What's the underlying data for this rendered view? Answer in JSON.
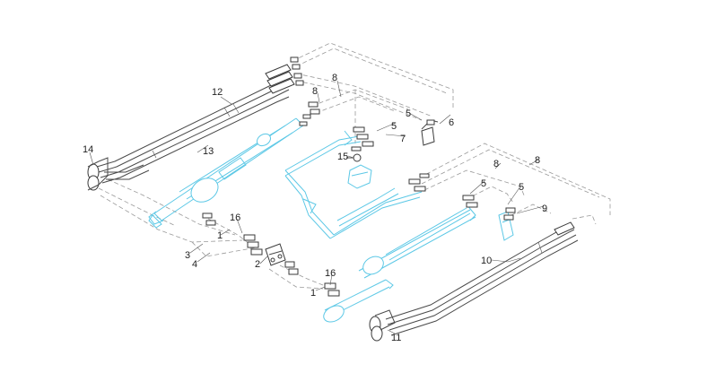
{
  "diagram": {
    "callouts": [
      {
        "id": "c1a",
        "text": "1"
      },
      {
        "id": "c1b",
        "text": "1"
      },
      {
        "id": "c2",
        "text": "2"
      },
      {
        "id": "c3",
        "text": "3"
      },
      {
        "id": "c4",
        "text": "4"
      },
      {
        "id": "c5a",
        "text": "5"
      },
      {
        "id": "c5b",
        "text": "5"
      },
      {
        "id": "c5c",
        "text": "5"
      },
      {
        "id": "c5d",
        "text": "5"
      },
      {
        "id": "c6",
        "text": "6"
      },
      {
        "id": "c7",
        "text": "7"
      },
      {
        "id": "c8a",
        "text": "8"
      },
      {
        "id": "c8b",
        "text": "8"
      },
      {
        "id": "c8c",
        "text": "8"
      },
      {
        "id": "c8d",
        "text": "8"
      },
      {
        "id": "c9",
        "text": "9"
      },
      {
        "id": "c10",
        "text": "10"
      },
      {
        "id": "c11",
        "text": "11"
      },
      {
        "id": "c12",
        "text": "12"
      },
      {
        "id": "c13",
        "text": "13"
      },
      {
        "id": "c14",
        "text": "14"
      },
      {
        "id": "c15",
        "text": "15"
      },
      {
        "id": "c16a",
        "text": "16"
      },
      {
        "id": "c16b",
        "text": "16"
      }
    ],
    "colors": {
      "part_outline": "#5cc8e6",
      "line_work": "#4a4a4a",
      "dashed_routing": "#9a9a9a"
    }
  }
}
